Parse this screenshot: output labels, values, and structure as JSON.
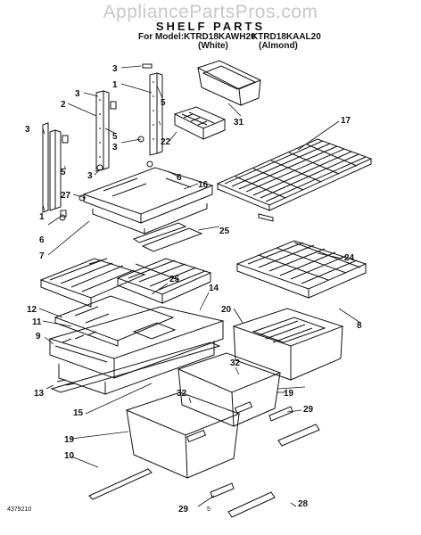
{
  "watermark": "AppliancePartsPros.com",
  "title": "SHELF PARTS",
  "model_prefix": "For Model:",
  "models": [
    {
      "code": "KTRD18KAWH20",
      "variant": "(White)"
    },
    {
      "code": "KTRD18KAAL20",
      "variant": "(Almond)"
    }
  ],
  "footer": {
    "doc_number": "4379210",
    "page": "5"
  },
  "callouts": [
    "3",
    "1",
    "5",
    "3",
    "2",
    "22",
    "31",
    "5",
    "3",
    "17",
    "3",
    "5",
    "6",
    "3",
    "16",
    "27",
    "1",
    "6",
    "25",
    "7",
    "25",
    "24",
    "14",
    "12",
    "11",
    "20",
    "8",
    "9",
    "32",
    "19",
    "13",
    "15",
    "32",
    "29",
    "19",
    "10",
    "29",
    "28"
  ]
}
